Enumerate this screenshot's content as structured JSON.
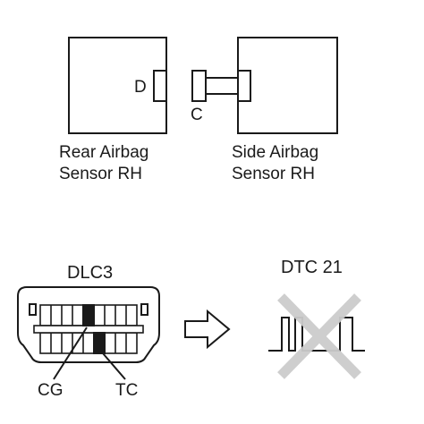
{
  "labels": {
    "connector_d": "D",
    "connector_c": "C",
    "rear_sensor": {
      "line1": "Rear Airbag",
      "line2": "Sensor RH"
    },
    "side_sensor": {
      "line1": "Side Airbag",
      "line2": "Sensor RH"
    },
    "dlc3": "DLC3",
    "dtc": "DTC 21",
    "pin_cg": "CG",
    "pin_tc": "TC"
  },
  "colors": {
    "line": "#1a1a1a",
    "cross": "#cccccc",
    "background": "#ffffff"
  }
}
